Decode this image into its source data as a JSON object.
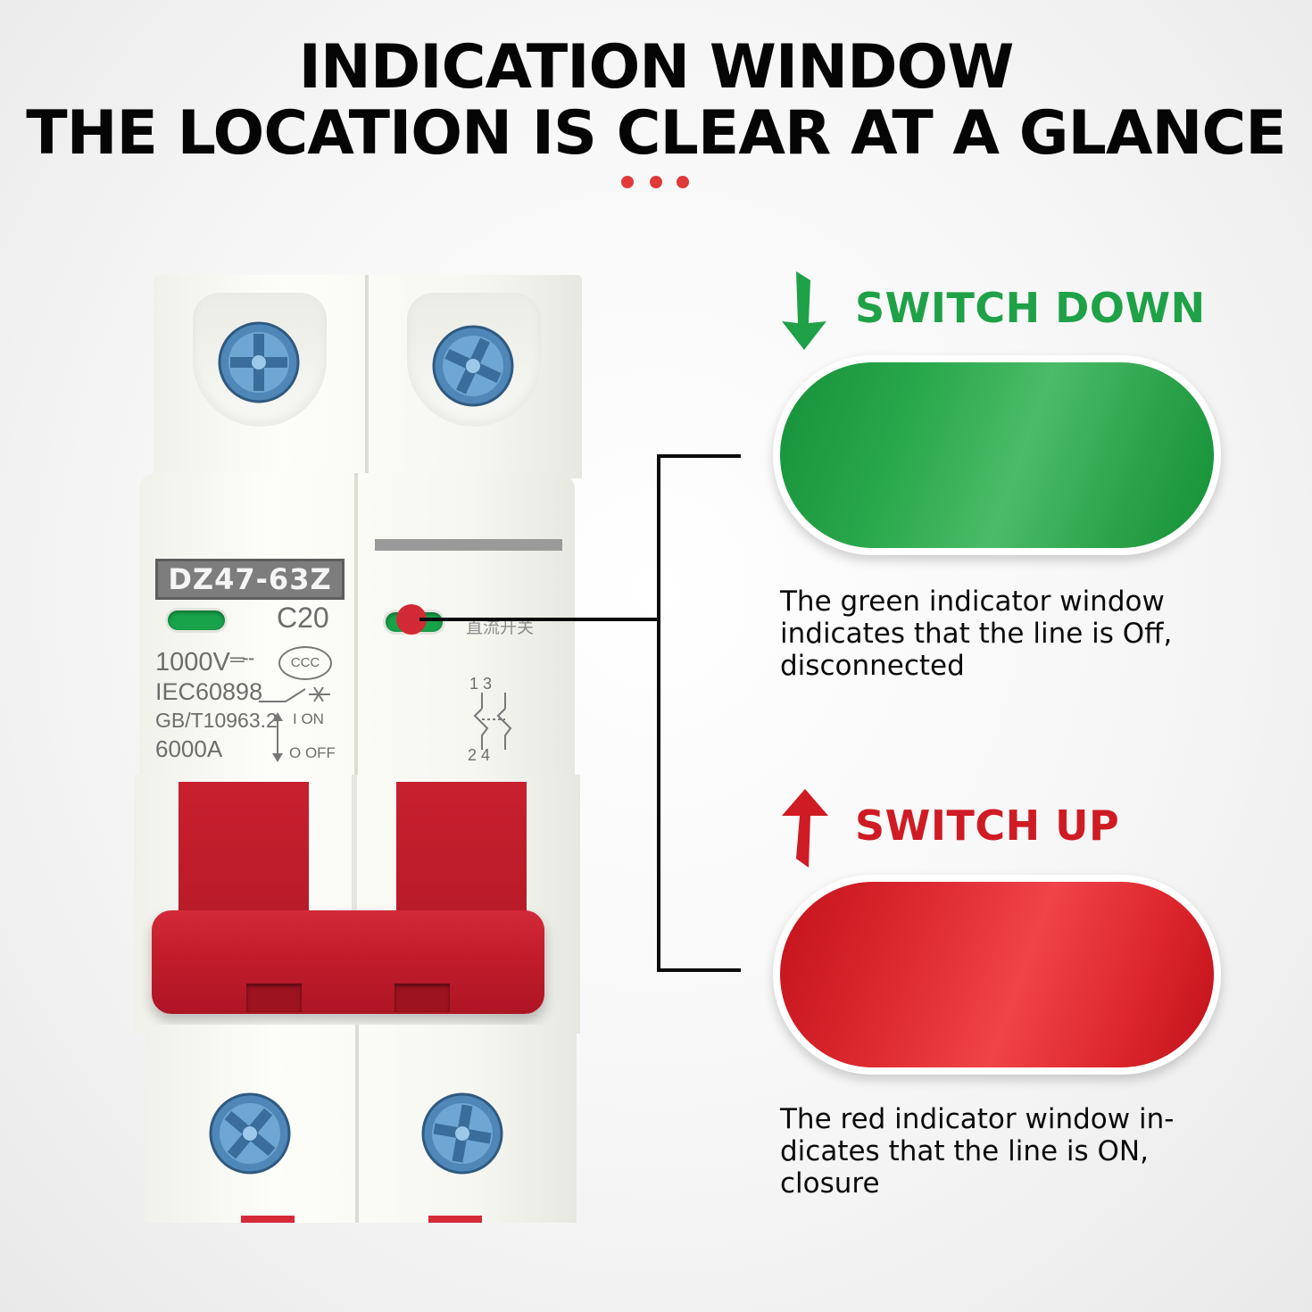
{
  "headline": {
    "line1": "INDICATION WINDOW",
    "line2": "THE LOCATION IS CLEAR AT A GLANCE"
  },
  "accent_colors": {
    "dots": "#e03a3a",
    "green": "#17a34a",
    "red": "#cf1b24"
  },
  "breaker": {
    "model": "DZ47-63Z",
    "rating": "C20",
    "voltage": "1000V",
    "dc_symbol": "═╌",
    "cert_mark": "CCC",
    "standard_1": "IEC60898",
    "standard_2": "GB/T10963.2",
    "breaking_capacity": "6000A",
    "on_label": "I ON",
    "off_label": "O OFF",
    "chinese_label": "直流开关",
    "wiring_top": "1 3",
    "wiring_bottom": "2 4"
  },
  "states": [
    {
      "title": "SWITCH DOWN",
      "arrow_icon": "arrow-down-icon",
      "color": "#1fa147",
      "description": "The green indicator window indicates that the line is Off, disconnected"
    },
    {
      "title": "SWITCH UP",
      "arrow_icon": "arrow-up-icon",
      "color": "#cf1b24",
      "description": "The red indicator window in-dicates that the line is ON, closure"
    }
  ]
}
